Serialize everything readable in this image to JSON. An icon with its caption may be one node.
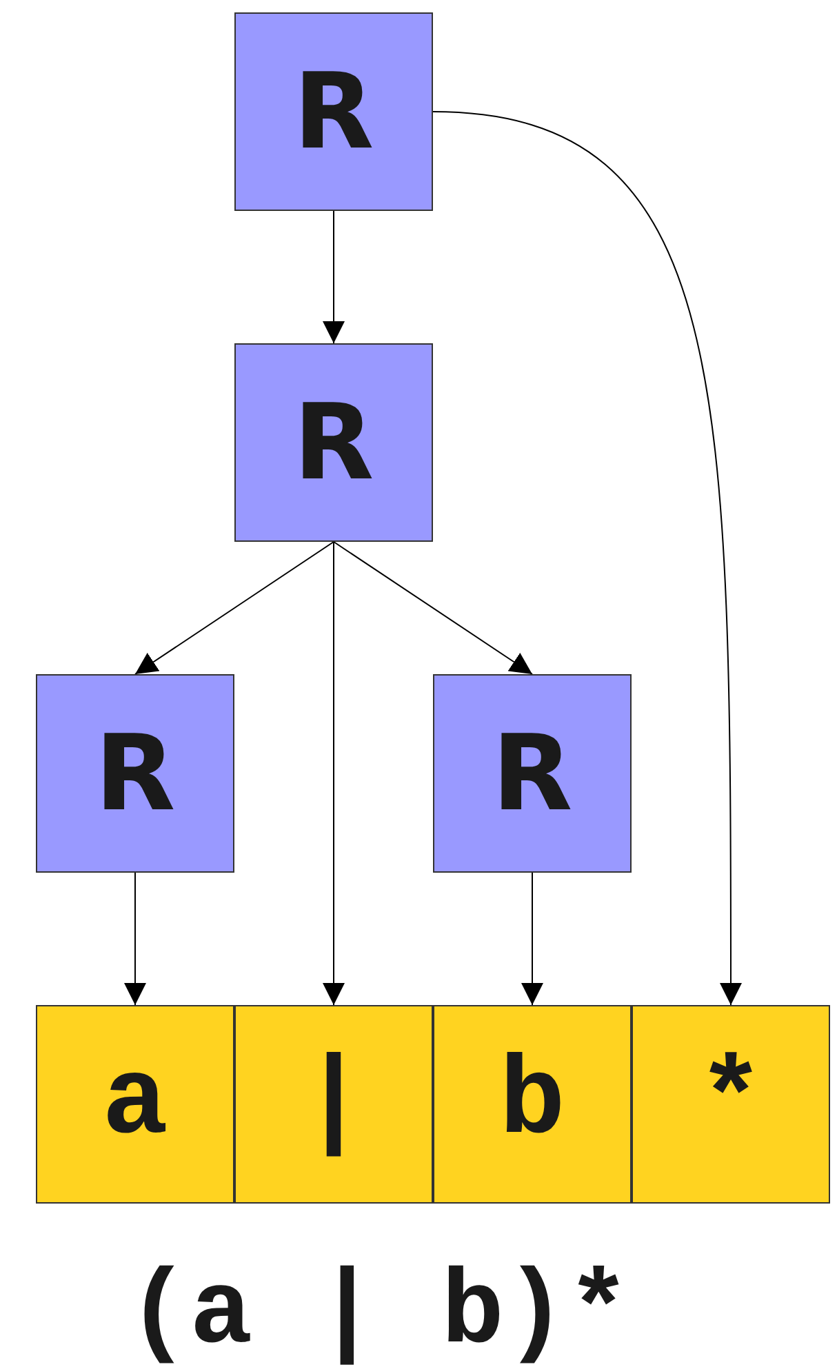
{
  "diagram": {
    "nodes": [
      {
        "text": [
          "R"
        ]
      },
      {
        "text": [
          "R"
        ]
      },
      {
        "text": [
          "R"
        ]
      },
      {
        "text": [
          "R"
        ]
      },
      {
        "text": [
          "a"
        ]
      },
      {
        "text": [
          "|"
        ]
      },
      {
        "text": [
          "b"
        ]
      },
      {
        "text": [
          "*"
        ]
      }
    ],
    "edges": [
      {
        "from": 0,
        "to": 1,
        "arrow": "to"
      },
      {
        "from": 0,
        "to": 7,
        "arrow": "to"
      },
      {
        "from": 1,
        "to": 2,
        "arrow": "to"
      },
      {
        "from": 1,
        "to": 5,
        "arrow": "to"
      },
      {
        "from": 1,
        "to": 3,
        "arrow": "to"
      },
      {
        "from": 2,
        "to": 4,
        "arrow": "to"
      },
      {
        "from": 3,
        "to": 6,
        "arrow": "to"
      }
    ],
    "labels": [
      "(a | b)*"
    ]
  }
}
